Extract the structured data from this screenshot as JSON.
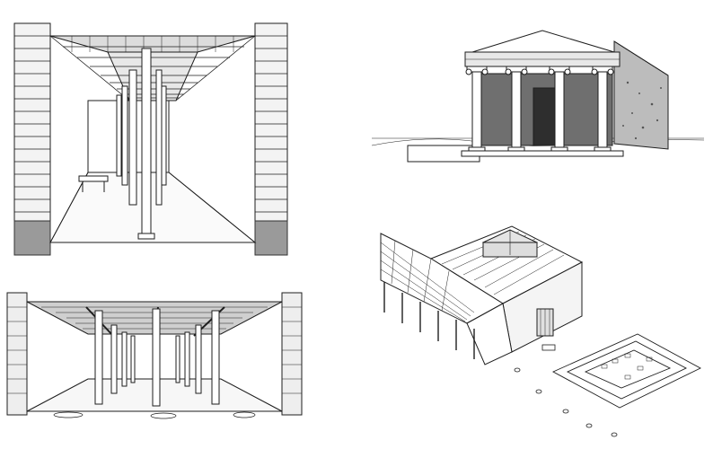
{
  "figures": [
    {
      "id": "stoa-interior-perspective"
    },
    {
      "id": "ionic-temple-front"
    },
    {
      "id": "stoa-interior-wide"
    },
    {
      "id": "building-axonometric-with-foundations"
    }
  ],
  "colors": {
    "ink": "#1e1e1e",
    "paper": "#ffffff",
    "stone": "#cfcfcf",
    "dark": "#3a3a3a"
  }
}
